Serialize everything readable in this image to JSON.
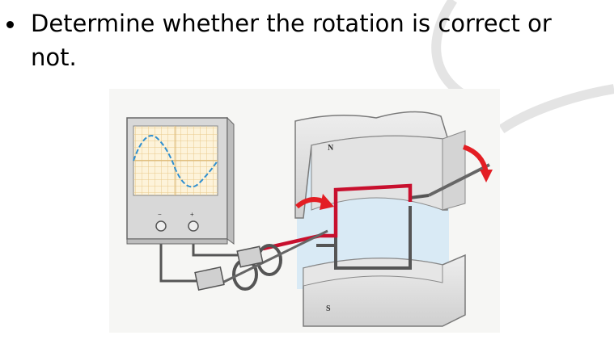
{
  "slide": {
    "bullet_text": "Determine whether the rotation is correct or not."
  },
  "figure": {
    "pole_north_label": "N",
    "pole_south_label": "S",
    "oscilloscope_minus_label": "−",
    "oscilloscope_plus_label": "+",
    "colors": {
      "background_panel": "#f6f6f4",
      "magnetic_field": "#cfe6f5",
      "armature_highlight": "#c8102e",
      "rotation_arrow": "#e31e24",
      "trace": "#2f8fd0"
    }
  }
}
